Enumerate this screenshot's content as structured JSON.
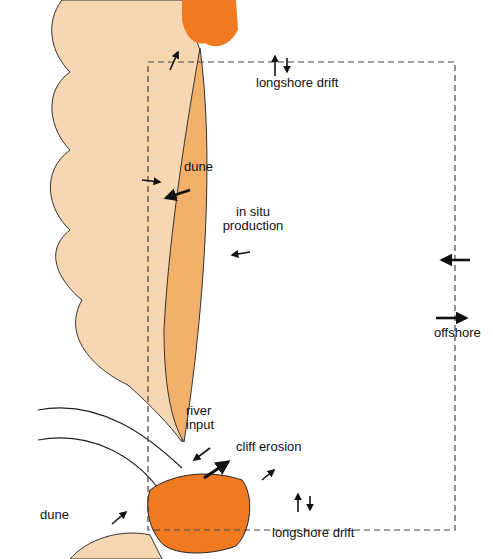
{
  "diagram": {
    "labels": [
      "longshore drift",
      "dune",
      "in situ production",
      "offshore",
      "river input",
      "cliff erosion",
      "dune",
      "longshore drift"
    ]
  }
}
